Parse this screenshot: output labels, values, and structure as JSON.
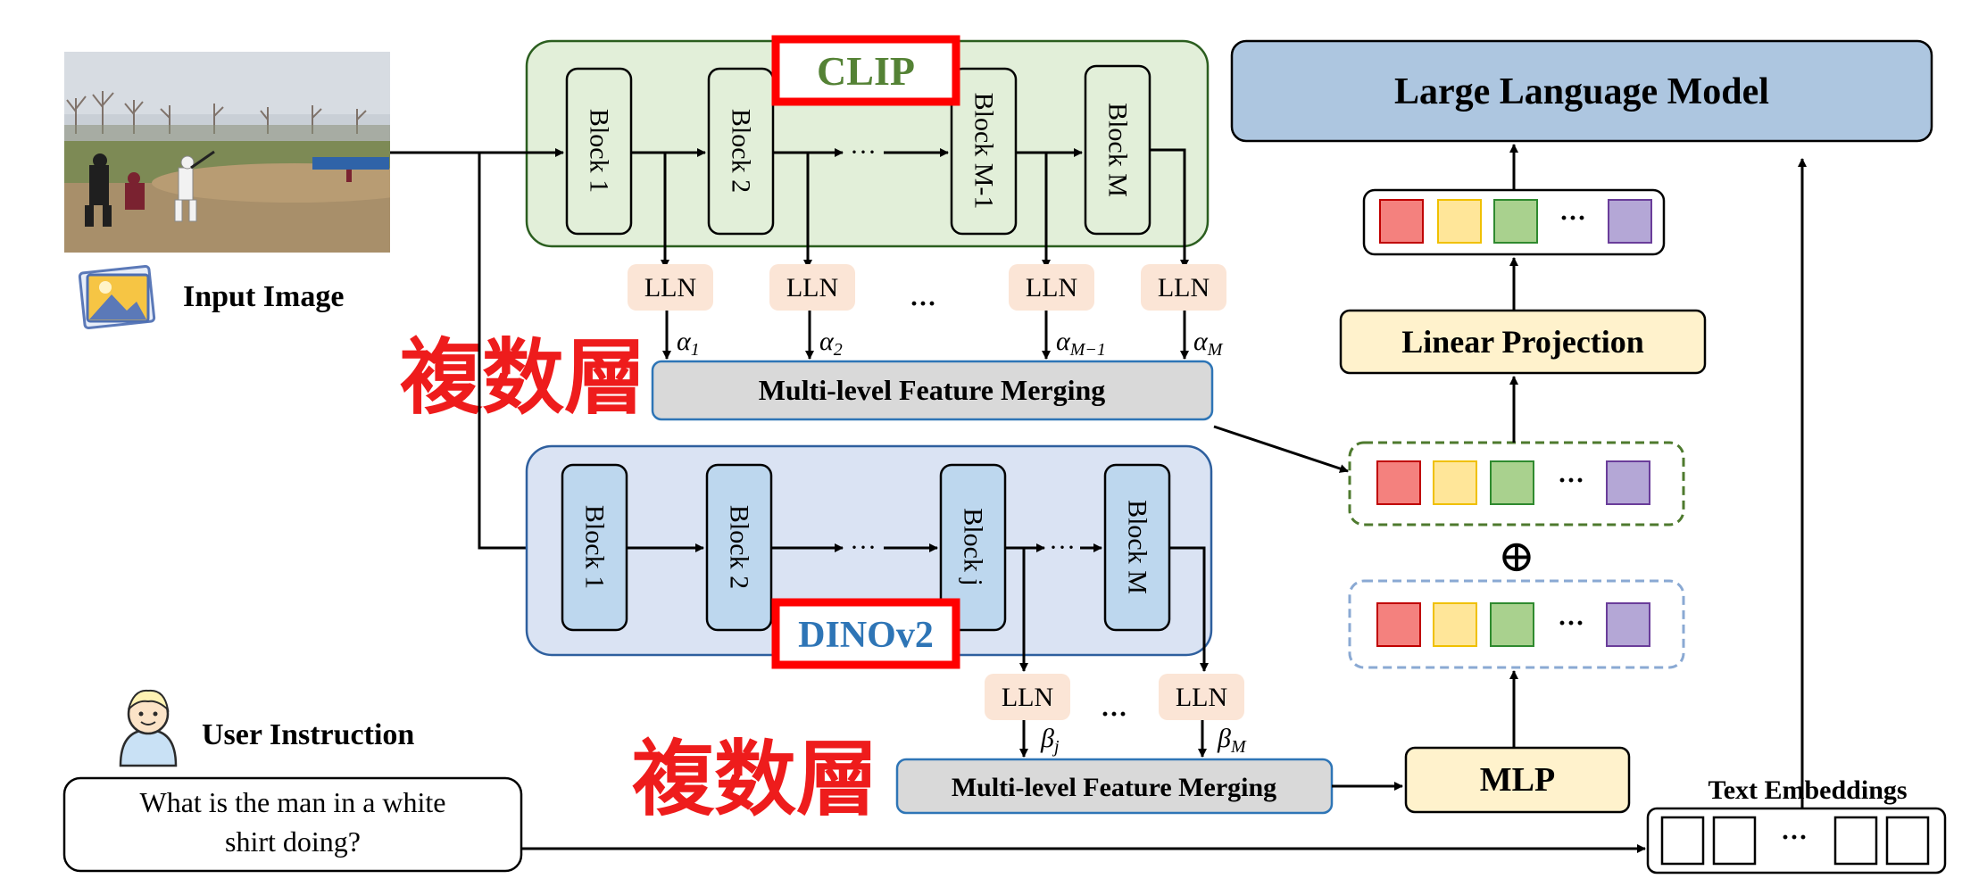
{
  "input_image": {
    "label": "Input Image"
  },
  "clip": {
    "title": "CLIP",
    "blocks": [
      "Block 1",
      "Block 2",
      "Block M-1",
      "Block M"
    ],
    "ellipsis": "···",
    "lln_label": "LLN",
    "alphas": [
      "α",
      "α",
      "α",
      "α"
    ],
    "alpha_subs": [
      "1",
      "2",
      "M−1",
      "M"
    ],
    "lln_ellipsis": "···",
    "merge_label": "Multi-level Feature Merging"
  },
  "dino": {
    "title": "DINOv2",
    "blocks": [
      "Block 1",
      "Block 2",
      "Block j",
      "Block M"
    ],
    "ellipsis": "···",
    "lln_label": "LLN",
    "betas": [
      "β",
      "β"
    ],
    "beta_subs": [
      "j",
      "M"
    ],
    "lln_ellipsis": "···",
    "merge_label": "Multi-level Feature Merging"
  },
  "annotation": {
    "text": "複数層",
    "color": "#ee1c1c"
  },
  "right": {
    "llm_label": "Large Language Model",
    "linear_projection_label": "Linear Projection",
    "mlp_label": "MLP",
    "plus_symbol": "⊕",
    "token_ellipsis": "···"
  },
  "user": {
    "label": "User Instruction",
    "question": [
      "What is the man in a white",
      "shirt doing?"
    ]
  },
  "text_embeddings": {
    "label": "Text Embeddings",
    "ellipsis": "···"
  },
  "colors": {
    "clip_bg": "#e2efd9",
    "clip_border": "#2b5e1f",
    "clip_title": "#548235",
    "dino_bg": "#dae3f3",
    "dino_border": "#2e5f9e",
    "dino_title": "#2e75b6",
    "block_dino_fill": "#bdd7ee",
    "lln_fill": "#fbe5d6",
    "merge_fill": "#d9d9d9",
    "merge_border": "#2e75b6",
    "llm_fill": "#adc6e0",
    "cream_fill": "#fff2cc",
    "highlight_red": "#ff0000",
    "token_red": "#f4817e",
    "token_yellow": "#ffe699",
    "token_green": "#a9d18e",
    "token_purple": "#b4a7d6"
  }
}
